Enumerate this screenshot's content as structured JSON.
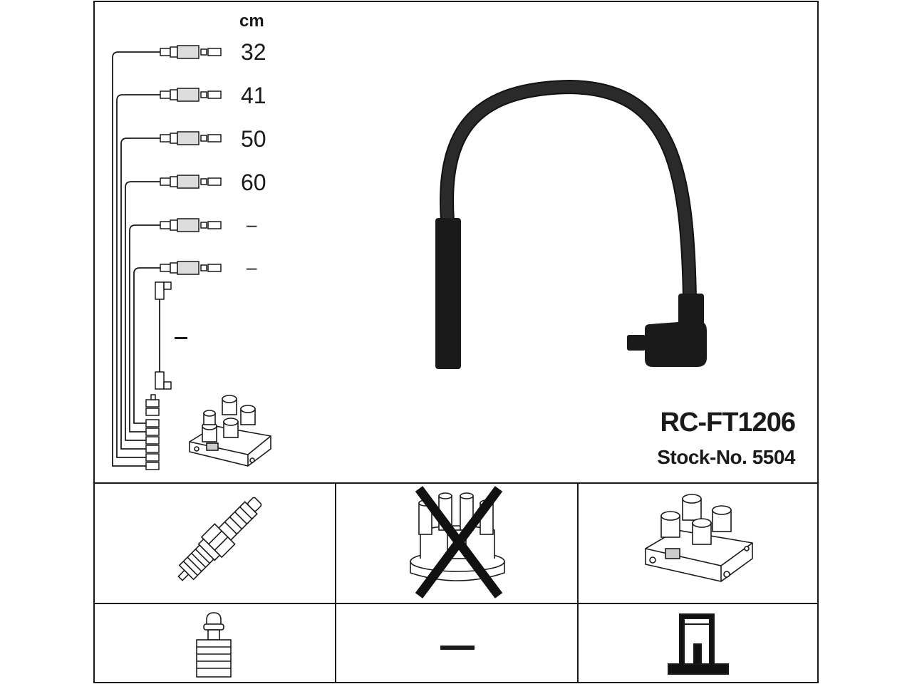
{
  "diagram": {
    "unit_label": "cm",
    "cable_lengths": [
      "32",
      "41",
      "50",
      "60",
      "–",
      "–"
    ],
    "coil_lead_length": "–",
    "part_number": "RC-FT1206",
    "stock_number": "Stock-No. 5504"
  },
  "compatibility": {
    "spark_plug": {
      "icon": "spark-plug-icon",
      "applicable": true
    },
    "distributor_cap": {
      "icon": "distributor-cap-icon",
      "applicable": false
    },
    "ignition_coil": {
      "icon": "ignition-coil-icon",
      "applicable": true
    },
    "plug_terminal": {
      "icon": "plug-terminal-icon"
    },
    "cap_terminal": {
      "value": "–"
    },
    "coil_terminal": {
      "icon": "coil-terminal-icon"
    }
  },
  "colors": {
    "line": "#1a1a1a",
    "background": "#ffffff",
    "cable": "#2a2a2a"
  }
}
